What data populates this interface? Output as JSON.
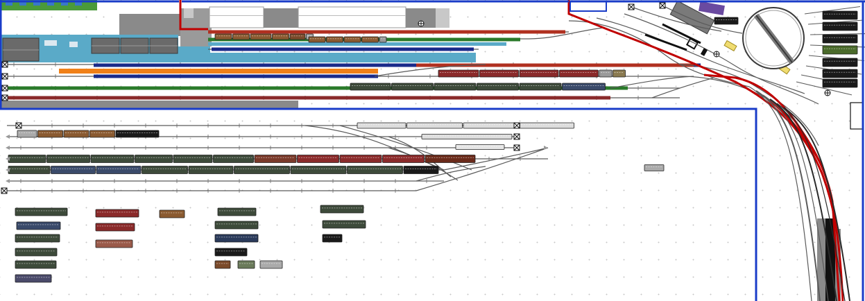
{
  "app": {
    "view": "track-plan",
    "colors": {
      "track": "#5a5a5a",
      "track_red": "#c00000",
      "boundary_blue": "#1a3cc8",
      "platform_grey": "#8a8a8a",
      "platform_blue": "#5aaac8",
      "loco_black": "#1a1a1a",
      "coach_green": "#3d4a3a",
      "coach_brown": "#7a3a2a",
      "coach_wood": "#8a5a30",
      "coach_red": "#8a2a2a",
      "coach_ice": "#dcdcdc",
      "marker_yellow": "#f0dc70",
      "marker_purple": "#6a4aa0",
      "grass_green": "#4a9a3a"
    },
    "icons": {
      "buffer_stop": "buffer-stop-icon",
      "signal": "signal-icon",
      "uncoupler": "uncoupler-icon",
      "turntable": "turntable-icon"
    }
  },
  "yard": {
    "main_station": {
      "tracks": 4,
      "platforms": 3
    },
    "fiddle_yard": {
      "tracks": 6
    },
    "turntable": {
      "stalls": 8
    },
    "parked_trains": {
      "station": 6,
      "fiddle": 6
    },
    "loose_stock": {
      "column_1": 6,
      "column_2": 3,
      "column_3": 1,
      "column_4": 5,
      "column_5": 3
    }
  }
}
